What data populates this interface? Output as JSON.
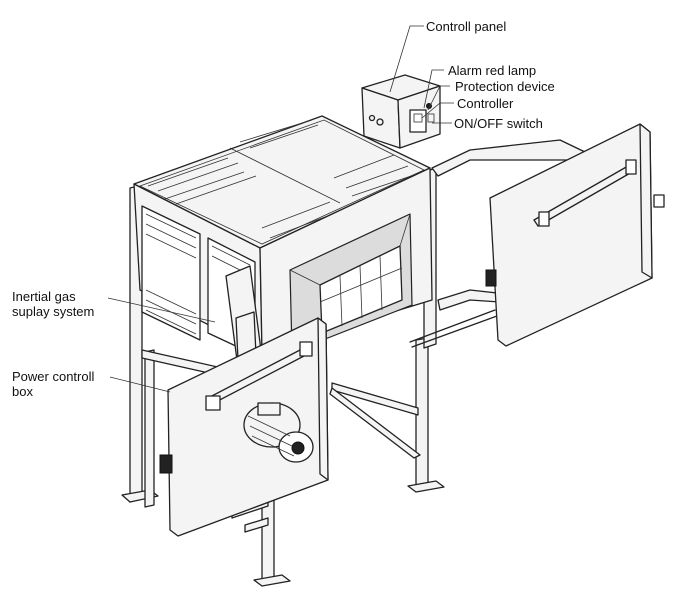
{
  "figure": {
    "title": "Furnace assembly with control panel",
    "labels": {
      "control_panel": "Controll panel",
      "alarm_lamp": "Alarm red lamp",
      "protection_device": "Protection device",
      "controller": "Controller",
      "on_off_switch": "ON/OFF switch",
      "gas_system_line1": "Inertial gas",
      "gas_system_line2": "suplay system",
      "power_box_line1": "Power controll",
      "power_box_line2": "box"
    }
  },
  "colors": {
    "line": "#222222",
    "panel": "#f4f4f4",
    "shade": "#dcdcdc",
    "background": "#ffffff"
  }
}
